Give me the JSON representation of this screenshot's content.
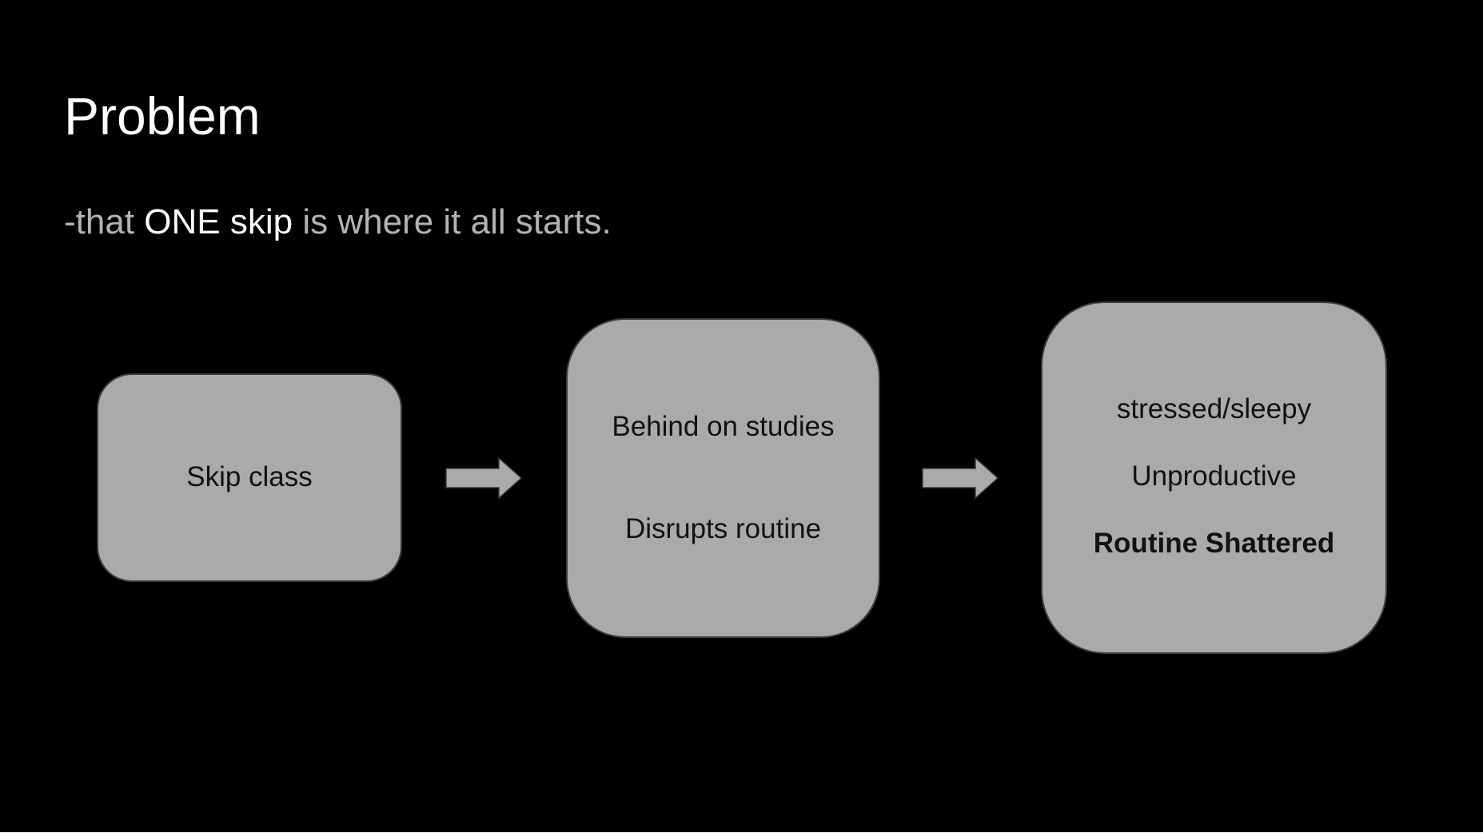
{
  "slide": {
    "title": "Problem",
    "subtitle": {
      "prefix": "-that ",
      "emphasis": "ONE skip",
      "suffix": " is where it all starts."
    }
  },
  "flow": {
    "box1": {
      "line1": "Skip class"
    },
    "box2": {
      "line1": "Behind on studies",
      "line2": "Disrupts routine"
    },
    "box3": {
      "line1": "stressed/sleepy",
      "line2": "Unproductive",
      "line3": "Routine Shattered"
    }
  },
  "colors": {
    "background": "#000000",
    "box_fill": "#aaaaaa",
    "arrow_fill": "#aaaaaa",
    "subtitle_text": "#b3b3b3",
    "title_text": "#ffffff"
  },
  "icons": {
    "arrow1": "right-arrow-icon",
    "arrow2": "right-arrow-icon"
  }
}
